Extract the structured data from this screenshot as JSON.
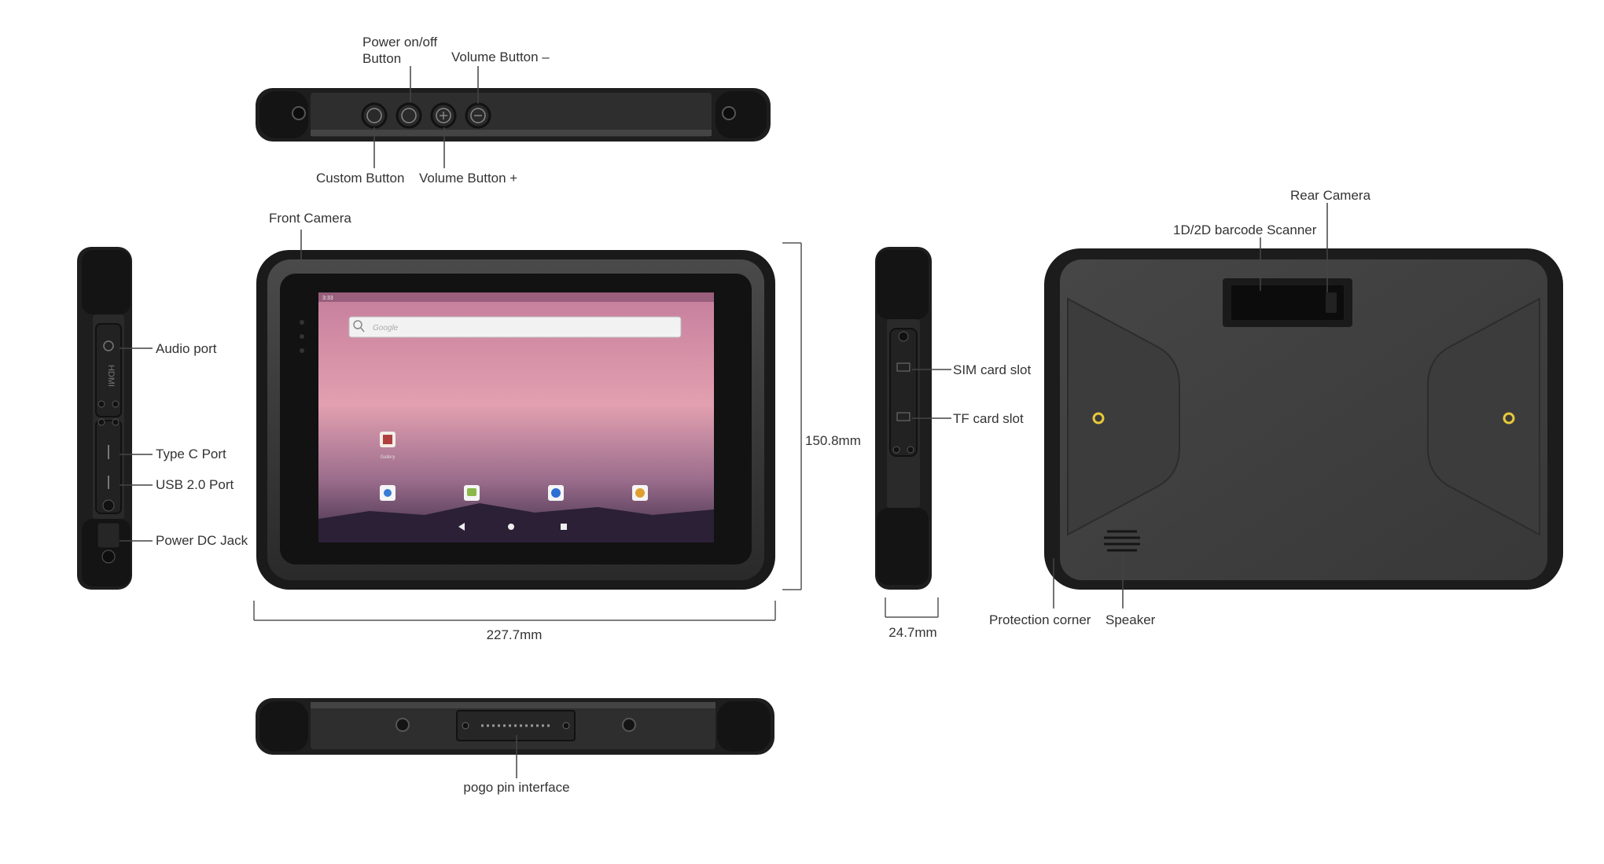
{
  "labels": {
    "power_button_line1": "Power on/off",
    "power_button_line2": "Button",
    "volume_minus": "Volume Button –",
    "custom_button": "Custom Button",
    "volume_plus": "Volume Button +",
    "front_camera": "Front Camera",
    "audio_port": "Audio port",
    "type_c_port": "Type C Port",
    "usb_port": "USB 2.0 Port",
    "power_dc_jack": "Power DC Jack",
    "sim_slot": "SIM card slot",
    "tf_slot": "TF card slot",
    "rear_camera": "Rear Camera",
    "barcode_scanner": "1D/2D barcode Scanner",
    "protection_corner": "Protection corner",
    "speaker": "Speaker",
    "pogo_pin": "pogo pin interface"
  },
  "dimensions": {
    "height": "150.8mm",
    "width": "227.7mm",
    "thickness": "24.7mm"
  },
  "screen": {
    "status_time": "3:33",
    "search_placeholder": "Google",
    "gallery_label": "Gallery"
  },
  "side_panel": {
    "hdmi_text": "HDMI"
  },
  "colors": {
    "body": "#3a3a3a",
    "bumper": "#1c1c1c",
    "wallpaper_top": "#d87a9c",
    "wallpaper_bottom": "#3a2a4a",
    "label_text": "#333333",
    "accent_ring": "#e8c93a"
  }
}
